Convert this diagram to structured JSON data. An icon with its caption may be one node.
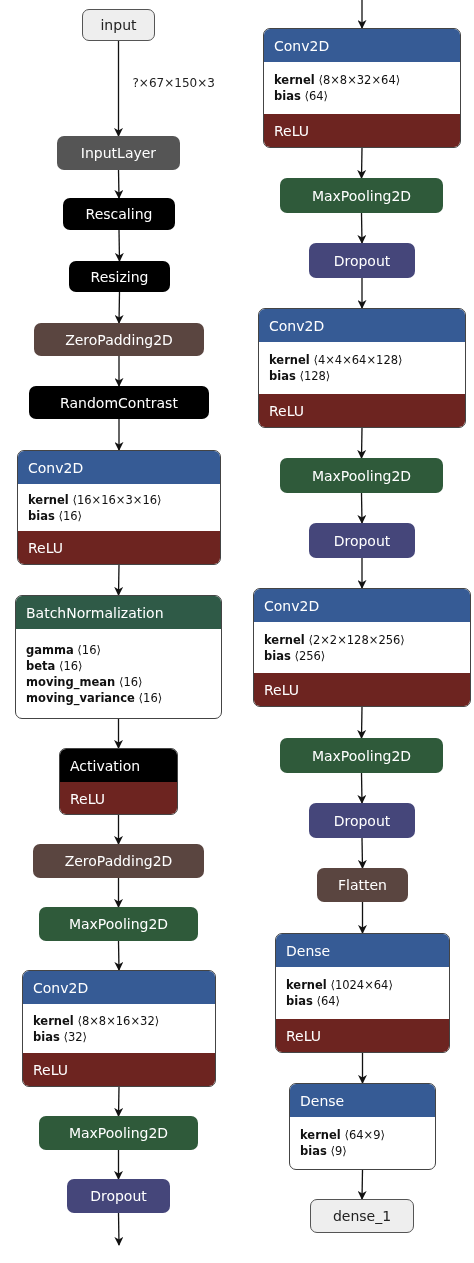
{
  "diagram": {
    "nodes": [
      {
        "text": [
          "input"
        ]
      },
      {
        "text": [
          "InputLayer"
        ]
      },
      {
        "text": [
          "Rescaling"
        ]
      },
      {
        "text": [
          "Resizing"
        ]
      },
      {
        "text": [
          "ZeroPadding2D"
        ]
      },
      {
        "text": [
          "RandomContrast"
        ]
      },
      {
        "text": [
          "Conv2D",
          "**kernel** ⟨16×16×3×16⟩",
          "**bias** ⟨16⟩",
          "ReLU"
        ]
      },
      {
        "text": [
          "BatchNormalization",
          "**gamma** ⟨16⟩",
          "**beta** ⟨16⟩",
          "**moving_mean** ⟨16⟩",
          "**moving_variance** ⟨16⟩"
        ]
      },
      {
        "text": [
          "Activation",
          "ReLU"
        ]
      },
      {
        "text": [
          "ZeroPadding2D"
        ]
      },
      {
        "text": [
          "MaxPooling2D"
        ]
      },
      {
        "text": [
          "Conv2D",
          "**kernel** ⟨8×8×16×32⟩",
          "**bias** ⟨32⟩",
          "ReLU"
        ]
      },
      {
        "text": [
          "MaxPooling2D"
        ]
      },
      {
        "text": [
          "Dropout"
        ]
      },
      {
        "text": [
          "Conv2D",
          "**kernel** ⟨8×8×32×64⟩",
          "**bias** ⟨64⟩",
          "ReLU"
        ]
      },
      {
        "text": [
          "MaxPooling2D"
        ]
      },
      {
        "text": [
          "Dropout"
        ]
      },
      {
        "text": [
          "Conv2D",
          "**kernel** ⟨4×4×64×128⟩",
          "**bias** ⟨128⟩",
          "ReLU"
        ]
      },
      {
        "text": [
          "MaxPooling2D"
        ]
      },
      {
        "text": [
          "Dropout"
        ]
      },
      {
        "text": [
          "Conv2D",
          "**kernel** ⟨2×2×128×256⟩",
          "**bias** ⟨256⟩",
          "ReLU"
        ]
      },
      {
        "text": [
          "MaxPooling2D"
        ]
      },
      {
        "text": [
          "Dropout"
        ]
      },
      {
        "text": [
          "Flatten"
        ]
      },
      {
        "text": [
          "Dense",
          "**kernel** ⟨1024×64⟩",
          "**bias** ⟨64⟩",
          "ReLU"
        ]
      },
      {
        "text": [
          "Dense",
          "**kernel** ⟨64×9⟩",
          "**bias** ⟨9⟩"
        ]
      },
      {
        "text": [
          "dense_1"
        ]
      }
    ],
    "edges": [
      {
        "from": 0,
        "to": 1,
        "arrow": "to",
        "label": "?×67×150×3"
      },
      {
        "from": 1,
        "to": 2,
        "arrow": "to"
      },
      {
        "from": 2,
        "to": 3,
        "arrow": "to"
      },
      {
        "from": 3,
        "to": 4,
        "arrow": "to"
      },
      {
        "from": 4,
        "to": 5,
        "arrow": "to"
      },
      {
        "from": 5,
        "to": 6,
        "arrow": "to"
      },
      {
        "from": 6,
        "to": 7,
        "arrow": "to"
      },
      {
        "from": 7,
        "to": 8,
        "arrow": "to"
      },
      {
        "from": 8,
        "to": 9,
        "arrow": "to"
      },
      {
        "from": 9,
        "to": 10,
        "arrow": "to"
      },
      {
        "from": 10,
        "to": 11,
        "arrow": "to"
      },
      {
        "from": 11,
        "to": 12,
        "arrow": "to"
      },
      {
        "from": 12,
        "to": 13,
        "arrow": "to"
      },
      {
        "from": 13,
        "to": null,
        "arrow": "to"
      },
      {
        "from": null,
        "to": 14,
        "arrow": "to"
      },
      {
        "from": 14,
        "to": 15,
        "arrow": "to"
      },
      {
        "from": 15,
        "to": 16,
        "arrow": "to"
      },
      {
        "from": 16,
        "to": 17,
        "arrow": "to"
      },
      {
        "from": 17,
        "to": 18,
        "arrow": "to"
      },
      {
        "from": 18,
        "to": 19,
        "arrow": "to"
      },
      {
        "from": 19,
        "to": 20,
        "arrow": "to"
      },
      {
        "from": 20,
        "to": 21,
        "arrow": "to"
      },
      {
        "from": 21,
        "to": 22,
        "arrow": "to"
      },
      {
        "from": 22,
        "to": 23,
        "arrow": "to"
      },
      {
        "from": 23,
        "to": 24,
        "arrow": "to"
      },
      {
        "from": 24,
        "to": 25,
        "arrow": "to"
      },
      {
        "from": 25,
        "to": 26,
        "arrow": "to"
      }
    ]
  }
}
